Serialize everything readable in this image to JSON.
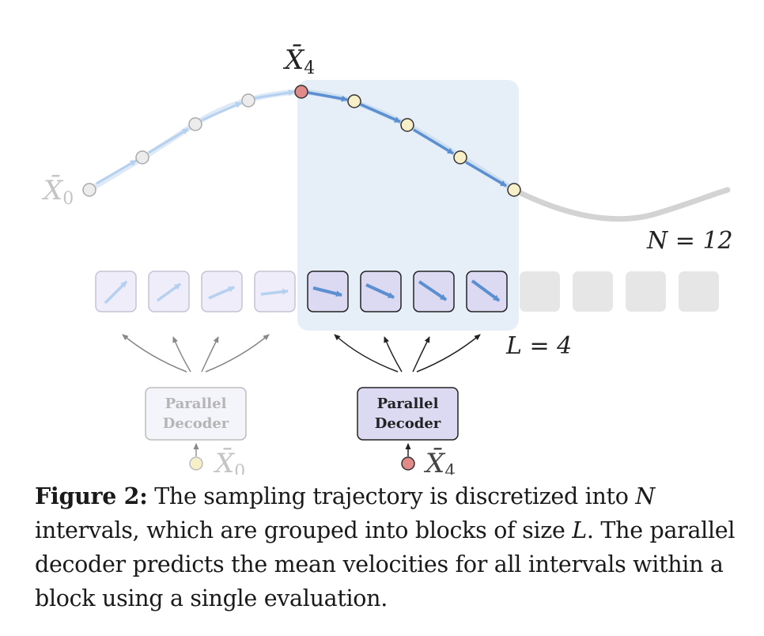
{
  "labels": {
    "x_bar_top": "X̄",
    "x_bar_top_sub": "4",
    "x_bar_left": "X̄",
    "x_bar_left_sub": "0",
    "n_label": "N = 12",
    "l_label": "L = 4",
    "input_past": "X̄",
    "input_past_sub": "0",
    "input_current": "X̄",
    "input_current_sub": "4"
  },
  "decoders": {
    "past_line1": "Parallel",
    "past_line2": "Decoder",
    "current_line1": "Parallel",
    "current_line2": "Decoder"
  },
  "caption": {
    "label": "Figure 2:",
    "text_1": " The sampling trajectory is discretized into ",
    "var_n": "N",
    "text_2": " intervals, which are grouped into blocks of size ",
    "var_l": "L",
    "text_3": ". The parallel decoder predicts the mean velocities for all intervals within a block using a single evaluation."
  },
  "colors": {
    "block_highlight": "#e6eef7",
    "active_arrow": "#5b8fd0",
    "faded_arrow": "#a9c8ec",
    "current_point": "#e08a8a",
    "future_point": "#f7efc8",
    "past_point": "#ececec",
    "decoder_fill": "#dcdaf2"
  }
}
